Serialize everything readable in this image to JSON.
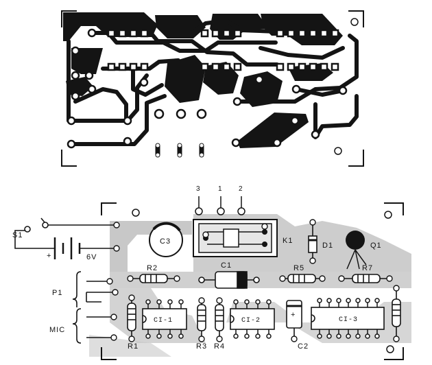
{
  "labels": {
    "terminal_3": "3",
    "terminal_1": "1",
    "terminal_2": "2",
    "switch": "S1",
    "plus": "+",
    "battery_voltage": "6V",
    "c3": "C3",
    "k1": "K1",
    "d1": "D1",
    "q1": "Q1",
    "r2": "R2",
    "c1": "C1",
    "r5": "R5",
    "r7": "R7",
    "p1": "P1",
    "mic": "MIC",
    "ci1": "CI-1",
    "ci2": "CI-2",
    "ci3": "CI-3",
    "r1": "R1",
    "r3": "R3",
    "r4": "R4",
    "c2": "C2",
    "c2_plus": "+"
  },
  "colors": {
    "ink": "#141414",
    "copper_shade": "#c8c8c8",
    "paper": "#ffffff"
  }
}
